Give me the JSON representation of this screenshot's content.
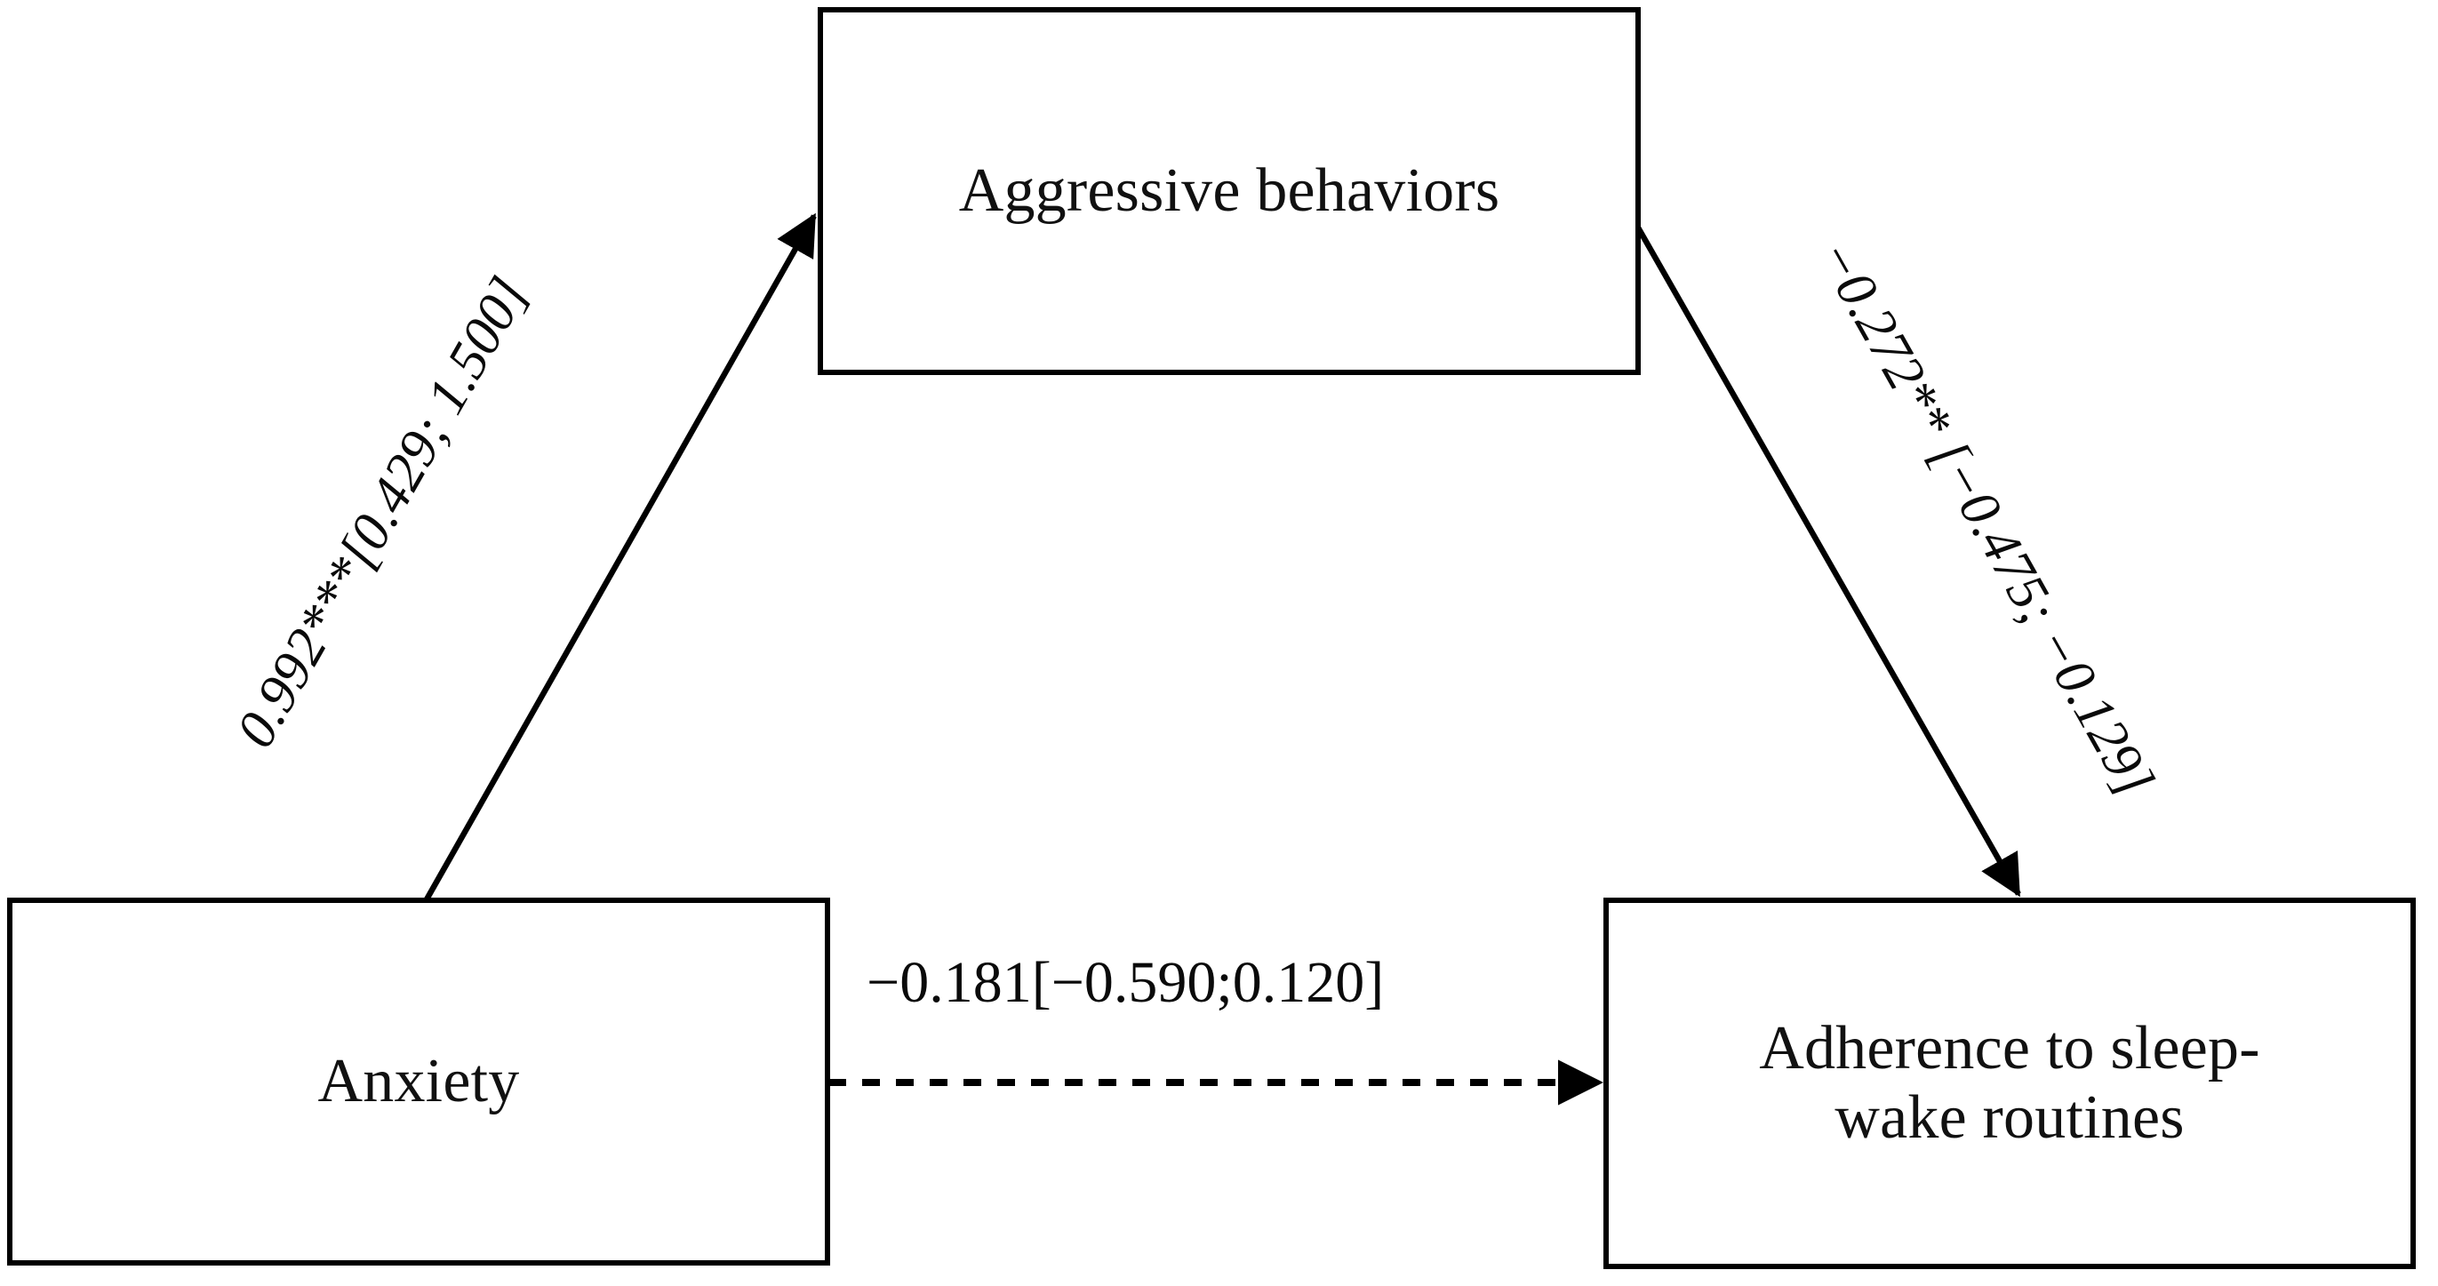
{
  "diagram": {
    "type": "mediation-path-model",
    "title": "",
    "background_color": "#ffffff",
    "line_color": "#000000",
    "text_color": "#000000"
  },
  "nodes": {
    "mediator": {
      "id": "aggressive-behaviors",
      "label": "Aggressive behaviors",
      "role": "mediator",
      "position": "top-center"
    },
    "predictor": {
      "id": "anxiety",
      "label": "Anxiety",
      "role": "predictor",
      "position": "bottom-left"
    },
    "outcome": {
      "id": "adherence-sleep-wake-routines",
      "label": "Adherence to sleep-\nwake routines",
      "role": "outcome",
      "position": "bottom-right"
    }
  },
  "edges": {
    "a_path": {
      "id": "anxiety-to-aggressive-behaviors",
      "from": "Anxiety",
      "to": "Aggressive behaviors",
      "label": "0.992***[0.429; 1.500]",
      "coefficient": "0.992",
      "significance": "***",
      "ci_lower": "0.429",
      "ci_upper": "1.500",
      "line_style": "solid",
      "arrow": "single"
    },
    "b_path": {
      "id": "aggressive-behaviors-to-adherence",
      "from": "Aggressive behaviors",
      "to": "Adherence to sleep-wake routines",
      "label": "−0.272** [−0.475; −0.129]",
      "coefficient": "−0.272",
      "significance": "**",
      "ci_lower": "−0.475",
      "ci_upper": "−0.129",
      "line_style": "solid",
      "arrow": "single"
    },
    "c_path": {
      "id": "anxiety-to-adherence-direct",
      "from": "Anxiety",
      "to": "Adherence to sleep-wake routines",
      "label": "−0.181[−0.590;0.120]",
      "coefficient": "−0.181",
      "significance": "",
      "ci_lower": "−0.590",
      "ci_upper": "0.120",
      "line_style": "dashed",
      "arrow": "single"
    }
  }
}
